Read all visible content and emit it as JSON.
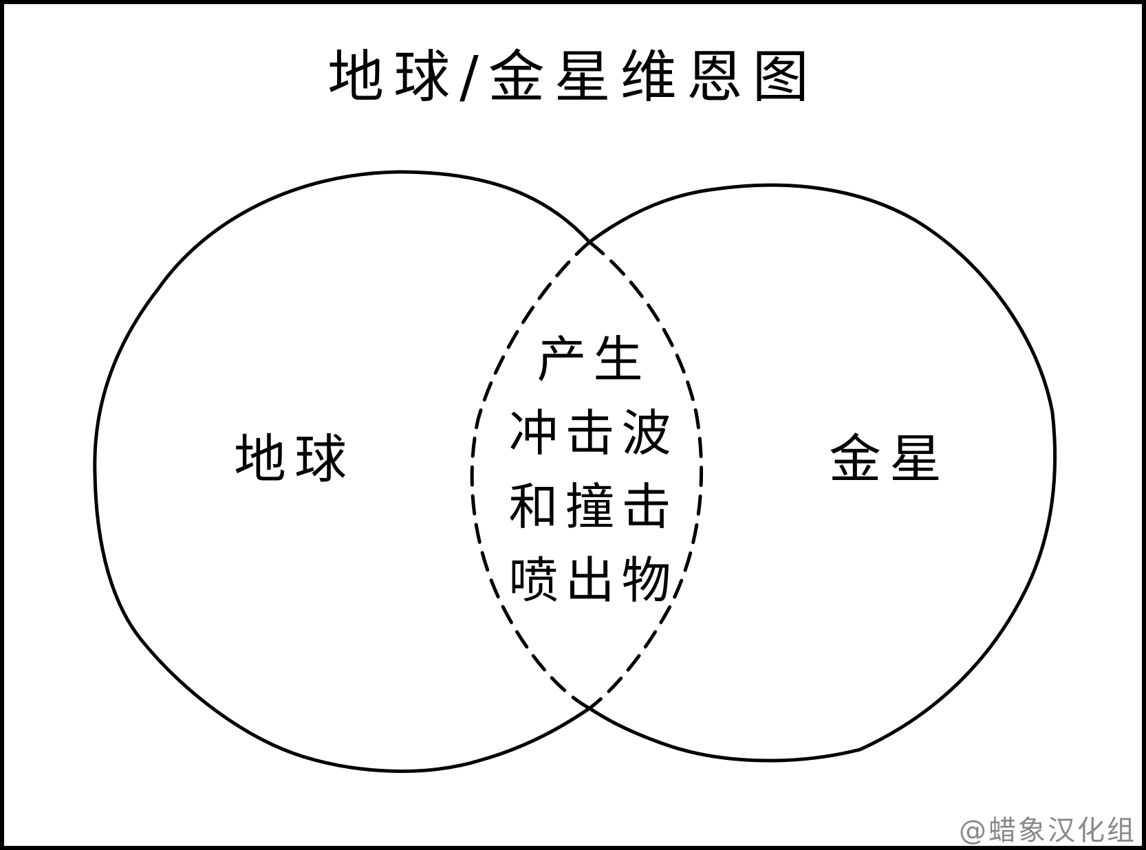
{
  "title": "地球/金星维恩图",
  "sets": {
    "left": {
      "label": "地球"
    },
    "right": {
      "label": "金星"
    }
  },
  "overlap": {
    "lines": [
      "产生",
      "冲击波",
      "和撞击",
      "喷出物"
    ]
  },
  "watermark": "@蜡象汉化组",
  "colors": {
    "stroke": "#000000",
    "background": "#ffffff",
    "watermark": "#888888"
  }
}
